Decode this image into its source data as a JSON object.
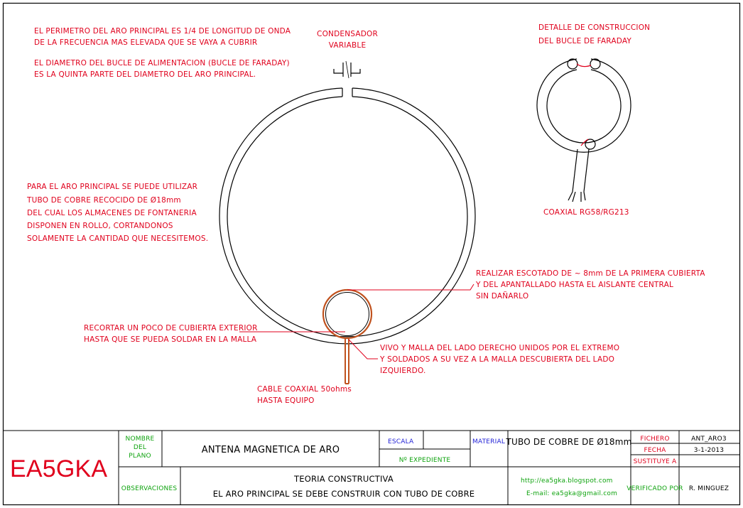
{
  "notes": {
    "perimeter_line1": "EL PERIMETRO DEL ARO PRINCIPAL ES 1/4 DE LONGITUD DE ONDA",
    "perimeter_line2": "DE LA FRECUENCIA MAS ELEVADA QUE SE VAYA A CUBRIR",
    "diameter_line1": "EL DIAMETRO DEL BUCLE DE ALIMENTACION  (BUCLE DE FARADAY)",
    "diameter_line2": "ES LA QUINTA PARTE DEL DIAMETRO DEL ARO PRINCIPAL.",
    "capacitor_line1": "CONDENSADOR",
    "capacitor_line2": "VARIABLE",
    "detail_line1": "DETALLE DE CONSTRUCCION",
    "detail_line2": "DEL BUCLE DE FARADAY",
    "coax_type": "COAXIAL RG58/RG213",
    "tube_line1": "PARA EL ARO PRINCIPAL SE PUEDE UTILIZAR",
    "tube_line2": "TUBO DE COBRE RECOCIDO DE Ø18mm",
    "tube_line3": "DEL CUAL LOS ALMACENES DE FONTANERIA",
    "tube_line4": "DISPONEN EN ROLLO, CORTANDONOS",
    "tube_line5": "SOLAMENTE LA CANTIDAD QUE NECESITEMOS.",
    "notch_line1": "REALIZAR ESCOTADO DE ~ 8mm DE LA PRIMERA CUBIERTA",
    "notch_line2": "Y DEL APANTALLADO HASTA EL AISLANTE CENTRAL",
    "notch_line3": "SIN DAÑARLO",
    "trim_line1": "RECORTAR UN POCO DE CUBIERTA EXTERIOR",
    "trim_line2": "HASTA QUE SE PUEDA SOLDAR EN LA MALLA",
    "join_line1": "VIVO Y MALLA DEL LADO DERECHO UNIDOS POR EL EXTREMO",
    "join_line2": "Y SOLDADOS A SU VEZ A LA MALLA DESCUBIERTA DEL LADO",
    "join_line3": "IZQUIERDO.",
    "cable_line1": "CABLE COAXIAL 50ohms",
    "cable_line2": "HASTA EQUIPO"
  },
  "title_block": {
    "logo": "EA5GKA",
    "nombre_label_1": "NOMBRE",
    "nombre_label_2": "DEL",
    "nombre_label_3": "PLANO",
    "nombre_value": "ANTENA MAGNETICA DE ARO",
    "escala_label": "ESCALA",
    "expediente_label": "Nº EXPEDIENTE",
    "material_label": "MATERIAL",
    "material_value": "TUBO DE COBRE DE Ø18mm",
    "fichero_label": "FICHERO",
    "fichero_value": "ANT_ARO3",
    "fecha_label": "FECHA",
    "fecha_value": "3-1-2013",
    "sustituye_label": "SUSTITUYE A",
    "observaciones_label": "OBSERVACIONES",
    "obs_line1": "TEORIA CONSTRUCTIVA",
    "obs_line2": "EL ARO PRINCIPAL SE DEBE CONSTRUIR CON TUBO DE COBRE",
    "web": "http://ea5gka.blogspot.com",
    "email": "E-mail: ea5gka@gmail.com",
    "verificado_label": "VERIFICADO POR",
    "verificado_value": "R. MINGUEZ"
  },
  "colors": {
    "annotation": "#e0001c",
    "label_green": "#0fa30f",
    "label_blue": "#1f1fd6",
    "line": "#000000",
    "copper": "#c0521e"
  }
}
